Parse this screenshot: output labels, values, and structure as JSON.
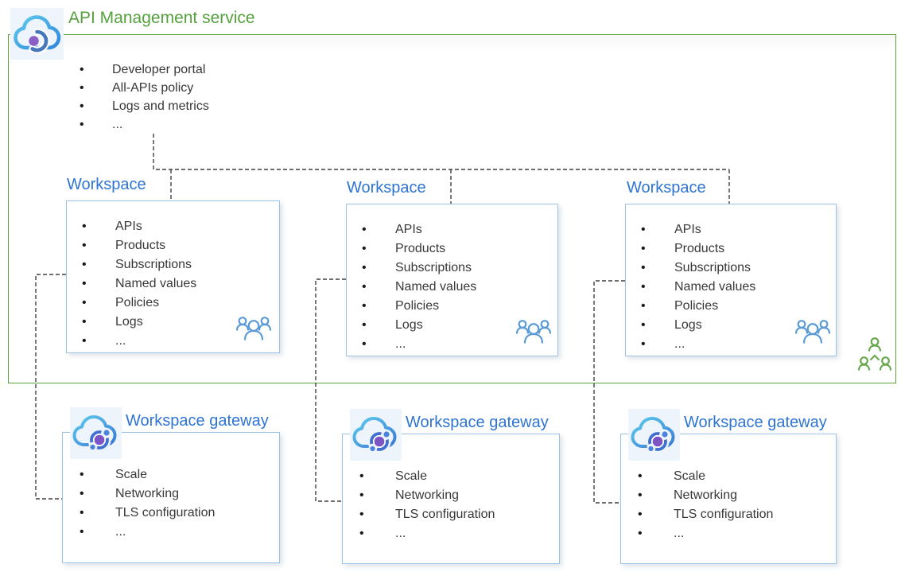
{
  "ui": {
    "bullet": "•"
  },
  "colors": {
    "container_green": "#5fa33c",
    "title_green": "#55a13e",
    "title_blue": "#2e74d2",
    "box_border_blue": "#9cc2e5",
    "body_text": "#383838",
    "dashed_line": "#3f3f3f",
    "people_blue": "#5b9bd5",
    "people_green": "#6aa84e",
    "icon_purple": "#8a5ec6",
    "icon_cloud_blue": "#2f86dc"
  },
  "service": {
    "title": "API Management service",
    "items": [
      "Developer portal",
      "All-APIs policy",
      "Logs and metrics",
      "..."
    ]
  },
  "workspaces": [
    {
      "title": "Workspace",
      "items": [
        "APIs",
        "Products",
        "Subscriptions",
        "Named values",
        "Policies",
        "Logs",
        "..."
      ]
    },
    {
      "title": "Workspace",
      "items": [
        "APIs",
        "Products",
        "Subscriptions",
        "Named values",
        "Policies",
        "Logs",
        "..."
      ]
    },
    {
      "title": "Workspace",
      "items": [
        "APIs",
        "Products",
        "Subscriptions",
        "Named values",
        "Policies",
        "Logs",
        "..."
      ]
    }
  ],
  "gateways": [
    {
      "title": "Workspace gateway",
      "items": [
        "Scale",
        "Networking",
        "TLS configuration",
        "..."
      ]
    },
    {
      "title": "Workspace gateway",
      "items": [
        "Scale",
        "Networking",
        "TLS configuration",
        "..."
      ]
    },
    {
      "title": "Workspace gateway",
      "items": [
        "Scale",
        "Networking",
        "TLS configuration",
        "..."
      ]
    }
  ]
}
